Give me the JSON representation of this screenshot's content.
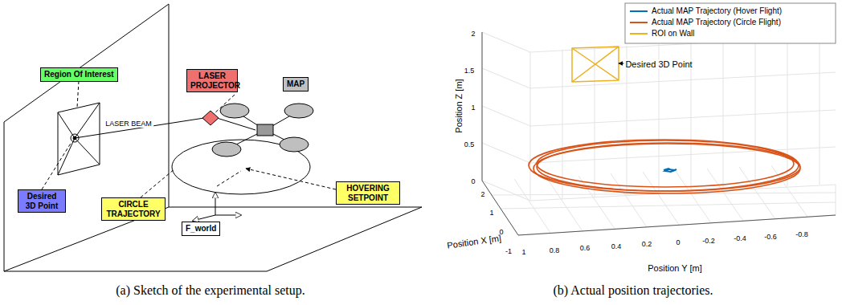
{
  "diagram": {
    "nodes": [
      {
        "text": [
          "Region Of Interest"
        ]
      },
      {
        "text": [
          "LASER PROJECTOR"
        ]
      },
      {
        "text": [
          "MAP"
        ]
      },
      {
        "text": [
          "Desired 3D Point"
        ]
      },
      {
        "text": [
          "CIRCLE TRAJECTORY"
        ]
      },
      {
        "text": [
          "HOVERING SETPOINT"
        ]
      },
      {
        "text": [
          "F_world"
        ]
      }
    ],
    "labels": [
      "LASER BEAM",
      "(a) Sketch of the experimental setup.",
      "(b) Actual position trajectories.",
      "Desired 3D Point",
      "Position Z [m]",
      "Position X [m]",
      "Position Y [m]",
      "0",
      "0.5",
      "1",
      "1.5",
      "2",
      "2",
      "1",
      "0",
      "-1",
      "1",
      "0.8",
      "0.6",
      "0.4",
      "0.2",
      "0",
      "-0.2",
      "-0.4",
      "-0.6",
      "-0.8"
    ],
    "legend": [
      {
        "text": "Actual MAP Trajectory (Hover Flight)",
        "color": "#0072bd"
      },
      {
        "text": "Actual MAP Trajectory (Circle Flight)",
        "color": "#d95319"
      },
      {
        "text": "ROI on Wall",
        "color": "#edb120"
      }
    ]
  }
}
